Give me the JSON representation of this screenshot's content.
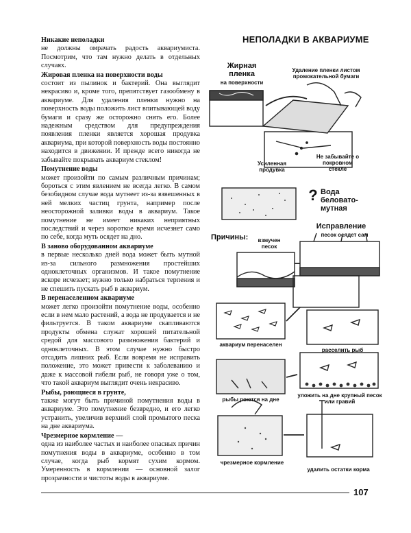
{
  "header": {
    "chapter_title": "НЕПОЛАДКИ В АКВАРИУМЕ"
  },
  "sections": [
    {
      "title": "Никакие неполадки",
      "body": "не должны омрачать радость аквариумиста. Посмотрим, что там нужно делать в отдельных случаях."
    },
    {
      "title": "Жировая пленка на поверхности воды",
      "body": "состоит из пылинок и бактерий. Она выглядит некрасиво и, кроме того, препятствует газообмену в аквариуме. Для удаления пленки нужно на поверхность воды положить лист впитывающей воду бумаги и сразу же осторожно снять его. Более надежным средством для предупреждения появления пленки является хорошая продувка аквариума, при которой поверхность воды постоянно находится в движении. И прежде всего никогда не забывайте покрывать аквариум стеклом!"
    },
    {
      "title": "Помутнение воды",
      "body": "может произойти по самым различным причинам; бороться с этим явлением не всегда легко. В самом безобидном случае вода мутнеет из-за взвешенных в ней мелких частиц грунта, например после неосторожной заливки воды в аквариум. Такое помутнение не имеет никаких неприятных последствий и через короткое время исчезнет само по себе, когда муть осядет на дно."
    },
    {
      "title": "В заново оборудованном аквариуме",
      "body": "в первые несколько дней вода может быть мутной из-за сильного размножения простейших одноклеточных организмов. И такое помутнение вскоре исчезает; нужно только набраться терпения и не спешить пускать рыб в аквариум."
    },
    {
      "title": "В перенаселенном аквариуме",
      "body": "может легко произойти помутнение воды, особенно если в нем мало растений, а вода не продувается и не фильтруется. В таком аквариуме скапливаются продукты обмена служат хорошей питательной средой для массового размножения бактерий и одноклеточных. В этом случае нужно быстро отсадить лишних рыб. Если вовремя не исправить положение, это может привести к заболеванию и даже к массовой гибели рыб, не говоря уже о том, что такой аквариум выглядит очень некрасиво."
    },
    {
      "title": "Рыбы, роющиеся в грунте,",
      "body": "также могут быть причиной помутнения воды в аквариуме. Это помутнение безвредно, и его легко устранить, увеличив верхний слой промытого песка на дне аквариума."
    },
    {
      "title": "Чрезмерное кормление —",
      "body": "одна из наиболее частых и наиболее опасных причин помутнения воды в аквариуме, особенно в том случае, когда рыб кормят сухим кормом. Умеренность в кормлении — основной залог прозрачности и чистоты воды в аквариуме."
    }
  ],
  "illustration": {
    "labels": {
      "oily_film": "Жирная пленка",
      "on_surface": "на поверхности",
      "film_removal": "Удаление пленки листом промокательной бумаги",
      "strong_aeration": "Усиленная продувка",
      "dont_forget_glass": "Не забывайте о покровном стекле",
      "question_mark": "?",
      "cloudy_water": "Вода беловато-мутная",
      "correction": "Исправление",
      "causes": "Причины:",
      "stirred_sand": "взмучен песок",
      "sand_settles": "песок осядет сам",
      "overpopulated": "аквариум перенаселен",
      "relocate_fish": "расселить рыб",
      "fish_dig": "рыбы роются на дне",
      "lay_coarse_sand": "уложить на дне крупный песок или гравий",
      "overfeeding": "чрезмерное кормление",
      "remove_food": "удалить остатки корма"
    }
  },
  "footer": {
    "page_number": "107"
  }
}
